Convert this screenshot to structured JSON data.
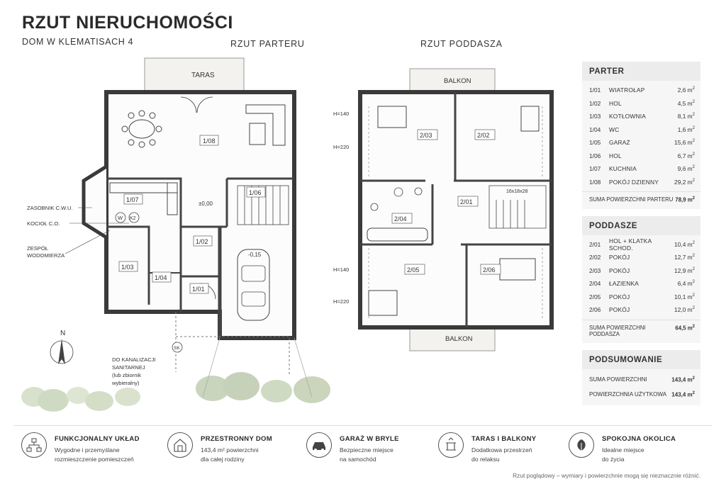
{
  "header": {
    "title": "RZUT NIERUCHOMOŚCI",
    "subtitle": "DOM W KLEMATISACH 4"
  },
  "ground_floor": {
    "title": "RZUT PARTERU",
    "terrace_label": "TARAS",
    "rooms": [
      "1/01",
      "1/02",
      "1/03",
      "1/04",
      "1/06",
      "1/07",
      "1/08"
    ],
    "level_label": "±0,00",
    "garage_level": "-0,15",
    "annotations": {
      "boiler_tank": "ZASOBNIK C.W.U.",
      "boiler": "KOCIOŁ C.O.",
      "water_meter_1": "ZESPÓŁ",
      "water_meter_2": "WODOMIERZA",
      "sewage_1": "DO KANALIZACJI",
      "sewage_2": "SANITARNEJ",
      "sewage_3": "(lub zbiornik",
      "sewage_4": "wybieralny)",
      "w": "W",
      "k2": "K2",
      "sk": "SK"
    },
    "north": "N"
  },
  "attic": {
    "title": "RZUT PODDASZA",
    "balcony_top": "BALKON",
    "balcony_bottom": "BALKON",
    "rooms": [
      "2/01",
      "2/02",
      "2/03",
      "2/04",
      "2/05",
      "2/06"
    ],
    "stairs_label": "16x18x28",
    "heights": [
      "H=140",
      "H=220",
      "H=140",
      "H=220"
    ]
  },
  "parter": {
    "heading": "PARTER",
    "rows": [
      {
        "num": "1/01",
        "name": "WIATROŁAP",
        "area": "2,6 m",
        "unit": "2"
      },
      {
        "num": "1/02",
        "name": "HOL",
        "area": "4,5 m",
        "unit": "2"
      },
      {
        "num": "1/03",
        "name": "KOTŁOWNIA",
        "area": "8,1 m",
        "unit": "2"
      },
      {
        "num": "1/04",
        "name": "WC",
        "area": "1,6 m",
        "unit": "2"
      },
      {
        "num": "1/05",
        "name": "GARAŻ",
        "area": "15,6 m",
        "unit": "2"
      },
      {
        "num": "1/06",
        "name": "HOL",
        "area": "6,7 m",
        "unit": "2"
      },
      {
        "num": "1/07",
        "name": "KUCHNIA",
        "area": "9,6 m",
        "unit": "2"
      },
      {
        "num": "1/08",
        "name": "POKÓJ DZIENNY",
        "area": "29,2 m",
        "unit": "2"
      }
    ],
    "sum_label": "SUMA POWIERZCHNI PARTERU",
    "sum_value": "78,9 m",
    "sum_unit": "2"
  },
  "poddasze": {
    "heading": "PODDASZE",
    "rows": [
      {
        "num": "2/01",
        "name": "HOL + KLATKA SCHOD.",
        "area": "10,4 m",
        "unit": "2"
      },
      {
        "num": "2/02",
        "name": "POKÓJ",
        "area": "12,7 m",
        "unit": "2"
      },
      {
        "num": "2/03",
        "name": "POKÓJ",
        "area": "12,9 m",
        "unit": "2"
      },
      {
        "num": "2/04",
        "name": "ŁAZIENKA",
        "area": "6,4 m",
        "unit": "2"
      },
      {
        "num": "2/05",
        "name": "POKÓJ",
        "area": "10,1 m",
        "unit": "2"
      },
      {
        "num": "2/06",
        "name": "POKÓJ",
        "area": "12,0 m",
        "unit": "2"
      }
    ],
    "sum_label": "SUMA POWIERZCHNI PODDASZA",
    "sum_value": "64,5 m",
    "sum_unit": "2"
  },
  "podsumowanie": {
    "heading": "PODSUMOWANIE",
    "rows": [
      {
        "name": "SUMA POWIERZCHNI",
        "area": "143,4 m",
        "unit": "2"
      },
      {
        "name": "POWIERZCHNIA UŻYTKOWA",
        "area": "143,4 m",
        "unit": "2"
      }
    ]
  },
  "features": [
    {
      "icon": "layout-network-icon",
      "title": "FUNKCJONALNY UKŁAD",
      "desc1": "Wygodne i przemyślane",
      "desc2": "rozmieszczenie pomieszczeń"
    },
    {
      "icon": "house-size-icon",
      "title": "PRZESTRONNY DOM",
      "desc1": "143,4 m² powierzchni",
      "desc2": "dla całej rodziny"
    },
    {
      "icon": "car-icon",
      "title": "GARAŻ W BRYLE",
      "desc1": "Bezpieczne miejsce",
      "desc2": "na samochód"
    },
    {
      "icon": "terrace-icon",
      "title": "TARAS I BALKONY",
      "desc1": "Dodatkowa przestrzeń",
      "desc2": "do relaksu"
    },
    {
      "icon": "leaf-icon",
      "title": "SPOKOJNA OKOLICA",
      "desc1": "Idealne miejsce",
      "desc2": "do życia"
    }
  ],
  "footnote": "Rzut poglądowy – wymiary i powierzchnie mogą się nieznacznie różnić."
}
